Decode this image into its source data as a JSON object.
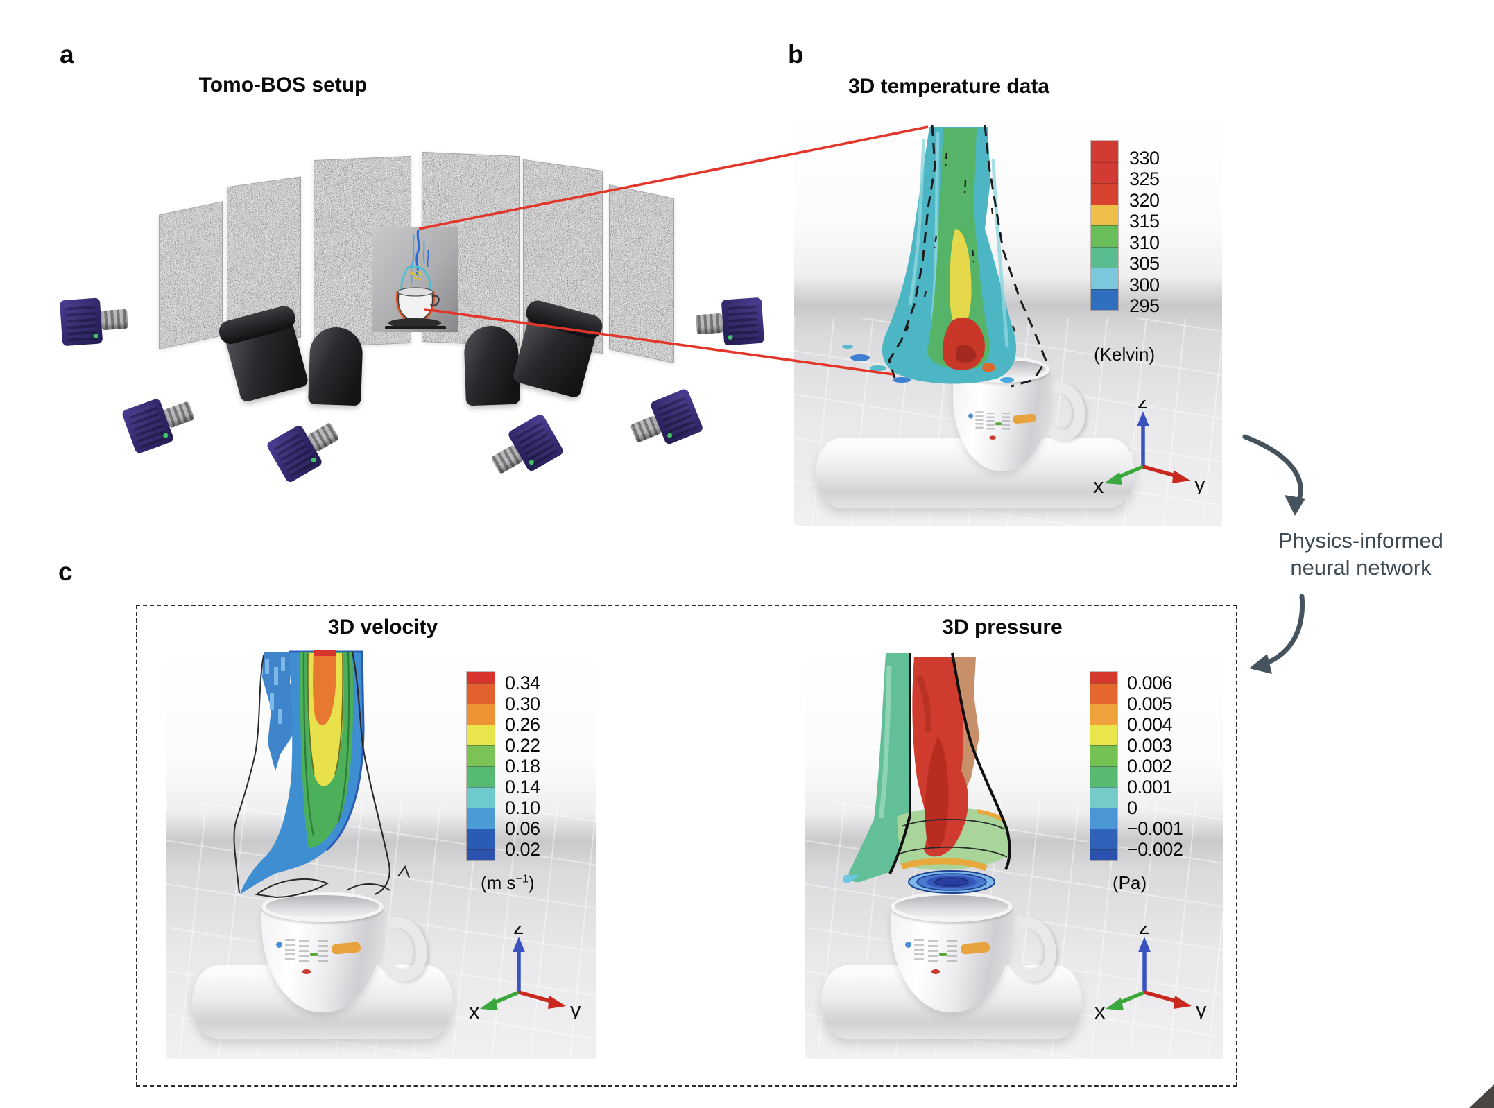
{
  "figure": {
    "panel_a": {
      "letter": "a",
      "title": "Tomo-BOS setup"
    },
    "panel_b": {
      "letter": "b",
      "title": "3D temperature data",
      "colorbar": {
        "labels": [
          "330",
          "325",
          "320",
          "315",
          "310",
          "305",
          "300",
          "295"
        ],
        "colors": [
          "#d23b33",
          "#d23b33",
          "#d8432f",
          "#eec04a",
          "#6abe59",
          "#5abd90",
          "#7bc8dd",
          "#2f6fc0"
        ],
        "unit": "(Kelvin)"
      }
    },
    "panel_c": {
      "letter": "c",
      "velocity": {
        "title": "3D velocity",
        "colorbar": {
          "labels": [
            "0.34",
            "0.30",
            "0.26",
            "0.22",
            "0.18",
            "0.14",
            "0.10",
            "0.06",
            "0.02"
          ],
          "top_cap": "#d7352e",
          "bottom_cap": "#2a52ae",
          "colors": [
            "#e2612f",
            "#ee9334",
            "#e9e54c",
            "#7cc356",
            "#57ba72",
            "#6ecbcd",
            "#4b9bd5",
            "#2b5cb5"
          ],
          "unit_open": "(m s",
          "unit_sup": "−1",
          "unit_close": ")"
        }
      },
      "pressure": {
        "title": "3D pressure",
        "colorbar": {
          "labels": [
            "0.006",
            "0.005",
            "0.004",
            "0.003",
            "0.002",
            "0.001",
            "0",
            "−0.001",
            "−0.002"
          ],
          "top_cap": "#d4382f",
          "bottom_cap": "#2b52ae",
          "colors": [
            "#e4672f",
            "#efa23b",
            "#e9e54c",
            "#76c153",
            "#58ba71",
            "#74cbc8",
            "#4a97d4",
            "#2f62b8"
          ],
          "unit": "(Pa)"
        }
      }
    },
    "axes": {
      "x": "x",
      "y": "y",
      "z": "z"
    },
    "annotation": {
      "line1": "Physics-informed",
      "line2": "neural network"
    },
    "colors": {
      "red_line": "#e2362b",
      "arrow": "#45535e",
      "axis_x": "#3aa83c",
      "axis_y": "#c8281e",
      "axis_z": "#3a52c0"
    }
  }
}
